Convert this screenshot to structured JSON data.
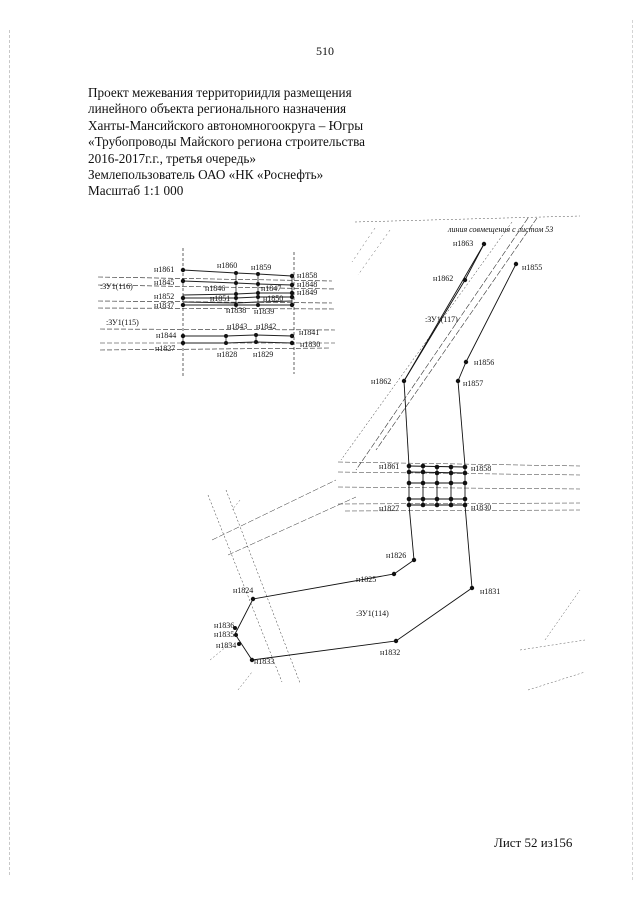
{
  "page_number": "510",
  "title_lines": [
    "Проект межевания территориидля размещения",
    "линейного объекта регионального назначения",
    "Ханты-Мансийского автономногоокруга – Югры",
    "«Трубопроводы Майского региона строительства",
    "2016-2017г.г., третья очередь»",
    "Землепользователь ОАО «НК «Роснефть»",
    "Масштаб 1:1 000"
  ],
  "match_line_label": "линия совмещения с листом 53",
  "footer": "Лист 52 из156",
  "inset_labels": {
    "p1861": "н1861",
    "p1860": "н1860",
    "p1859": "н1859",
    "p1858": "н1858",
    "p1848": "н1848",
    "p1849": "н1849",
    "p1845": "н1845",
    "p1846": "н1846",
    "p1847": "н1847",
    "p1852": "н1852",
    "p1851": "н1851",
    "p1850": "н1850",
    "p1837": "н1837",
    "p1838": "н1838",
    "p1839": "н1839",
    "p1843": "н1843",
    "p1842": "н1842",
    "p1841": "н1841",
    "p1844": "н1844",
    "p1827": "н1827",
    "p1828": "н1828",
    "p1829": "н1829",
    "p1830": "н1830",
    "zu116": ":ЗУ1(116)",
    "zu115": ":ЗУ1(115)"
  },
  "main_labels": {
    "p1863": "н1863",
    "p1862a": "н1862",
    "p1855": "н1855",
    "zu117": ":ЗУ1(117)",
    "p1856": "н1856",
    "p1862b": "н1862",
    "p1857": "н1857",
    "p1861": "н1861",
    "p1858": "н1858",
    "p1827": "н1827",
    "p1830": "н1830",
    "p1826": "н1826",
    "p1825": "н1825",
    "p1831": "н1831",
    "p1824": "н1824",
    "zu114": ":ЗУ1(114)",
    "p1836": "н1836",
    "p1835": "н1835",
    "p1834": "н1834",
    "p1832": "н1832",
    "p1833": "н1833"
  }
}
